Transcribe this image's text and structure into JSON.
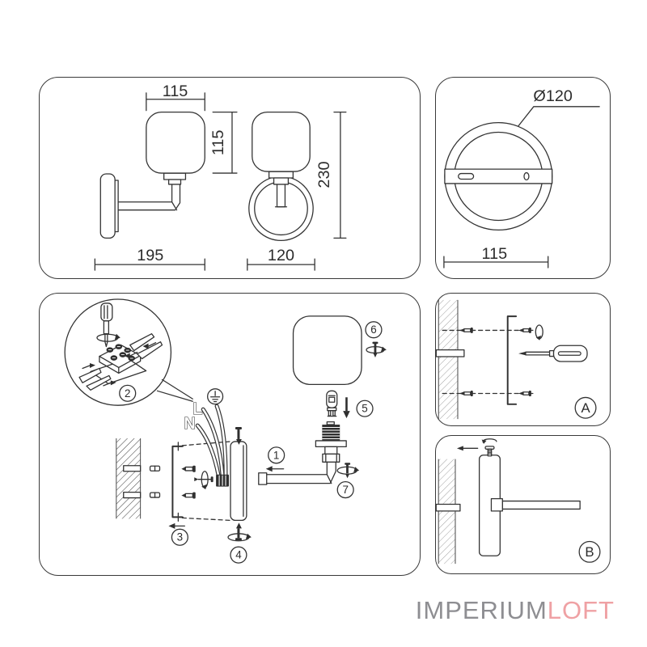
{
  "colors": {
    "line": "#333333",
    "panel_border": "#3a3a3a",
    "logo_gray": "#8e8e92",
    "logo_pink": "#efa1a4"
  },
  "panel_front_side": {
    "shade_width": "115",
    "shade_height": "115",
    "overall_height": "230",
    "overall_depth": "195",
    "ring_width": "120"
  },
  "panel_top_view": {
    "diameter": "Ø120",
    "plate_length": "115"
  },
  "panel_install": {
    "steps": {
      "s1": "1",
      "s2": "2",
      "s3": "3",
      "s4": "4",
      "s5": "5",
      "s6": "6",
      "s7": "7"
    },
    "wire_live": "L",
    "wire_neutral": "N"
  },
  "panel_bracket": {
    "label": "A"
  },
  "panel_arm": {
    "label": "B"
  },
  "logo": {
    "brand": "IMPERIUM",
    "suffix": "LOFT"
  }
}
